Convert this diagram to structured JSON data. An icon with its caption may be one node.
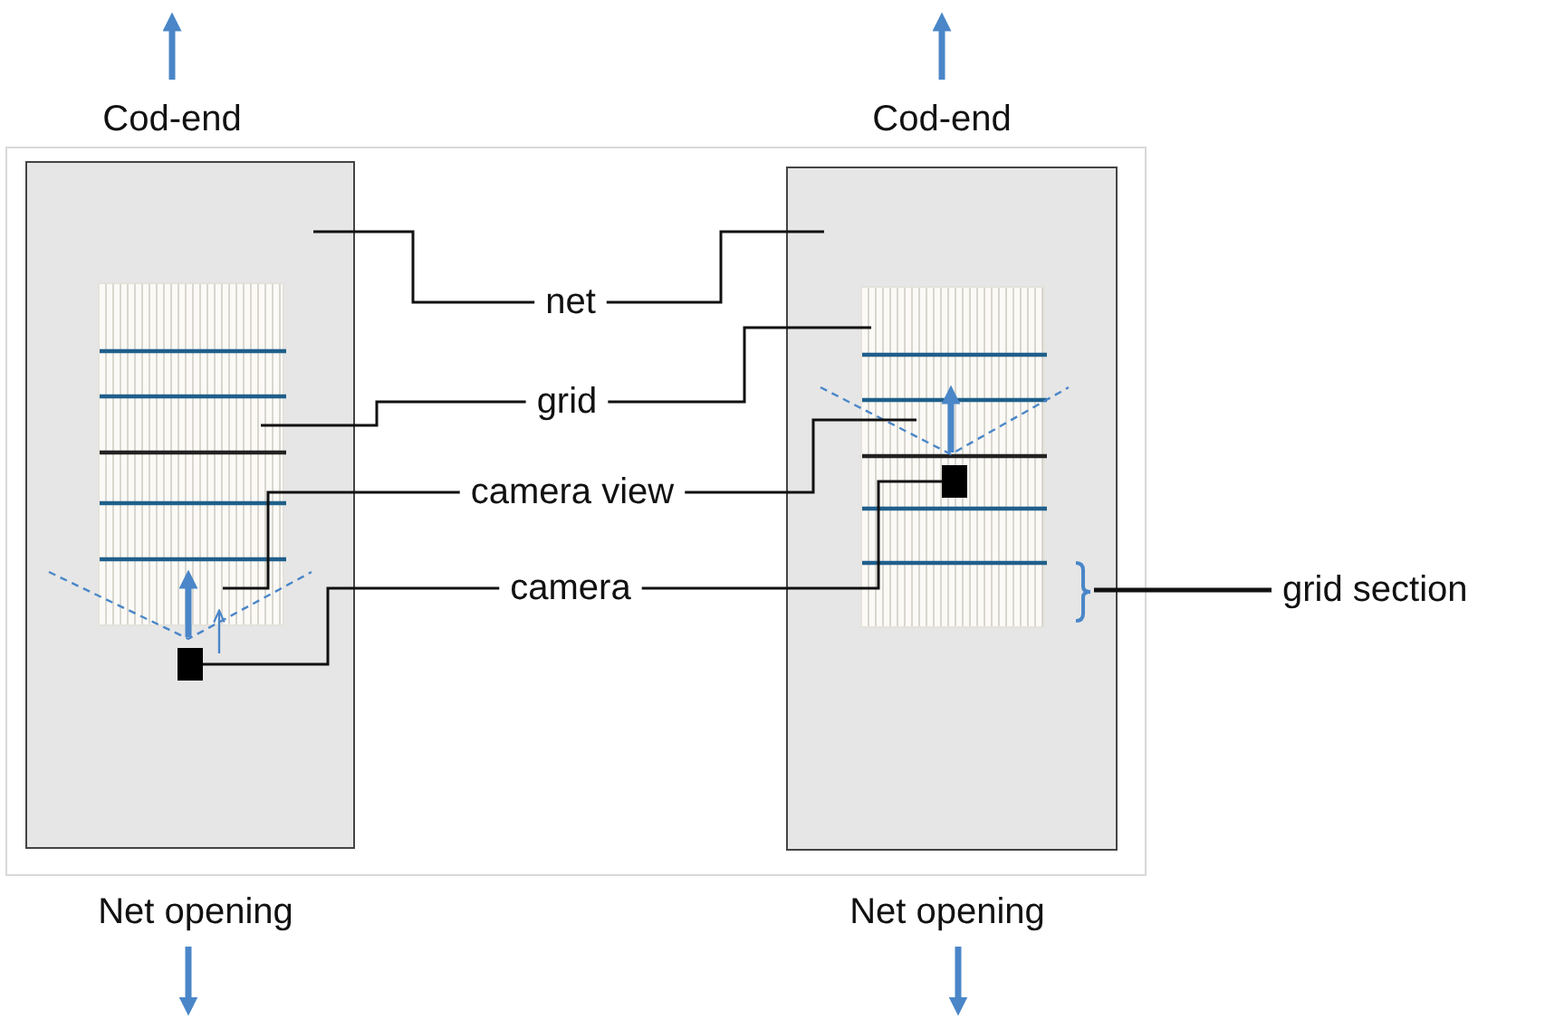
{
  "diagram": {
    "nodes": [
      {
        "text": [],
        "shape": "box"
      },
      {
        "text": [],
        "shape": "box",
        "in": 0
      },
      {
        "text": [],
        "shape": "box",
        "in": 0
      },
      {
        "text": [],
        "shape": "box"
      },
      {
        "text": [],
        "shape": "box",
        "in": 3
      },
      {
        "text": [],
        "shape": "box",
        "in": 4
      },
      {
        "text": [
          "net"
        ]
      },
      {
        "text": [
          "grid"
        ]
      },
      {
        "text": [
          "camera view"
        ]
      },
      {
        "text": [
          "camera"
        ]
      },
      {
        "text": [],
        "shape": "bracket",
        "in": 3
      },
      {
        "text": [
          "grid section"
        ]
      }
    ],
    "edges": [
      {
        "from": 6,
        "to": 0,
        "arrow": "none"
      },
      {
        "from": 6,
        "to": 3,
        "arrow": "none"
      },
      {
        "from": 7,
        "to": 1,
        "arrow": "none"
      },
      {
        "from": 7,
        "to": 4,
        "arrow": "none"
      },
      {
        "from": 8,
        "to": 1,
        "arrow": "none"
      },
      {
        "from": 8,
        "to": 4,
        "arrow": "none"
      },
      {
        "from": 9,
        "to": 2,
        "arrow": "none"
      },
      {
        "from": 9,
        "to": 5,
        "arrow": "none"
      },
      {
        "from": 11,
        "to": 10,
        "arrow": "none"
      }
    ],
    "labels": [
      "Cod-end",
      "Cod-end",
      "Net opening",
      "Net opening"
    ]
  }
}
